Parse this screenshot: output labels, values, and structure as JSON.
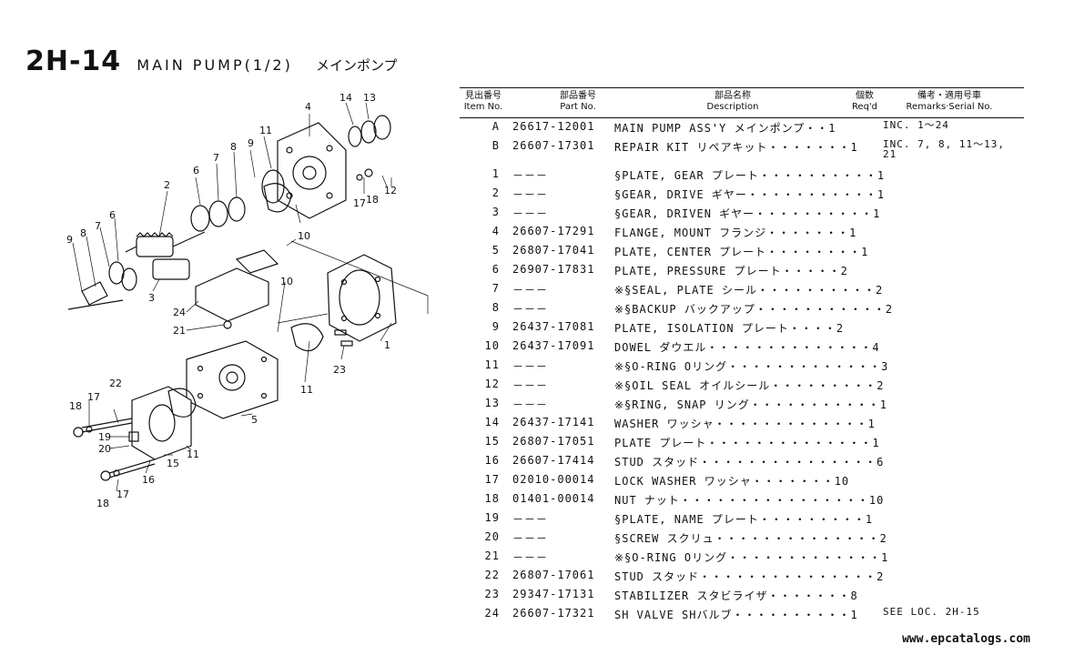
{
  "title": {
    "code": "2H-14",
    "name": "MAIN PUMP(1/2)",
    "name_jp": "メインポンプ"
  },
  "header": {
    "item_jp": "見出番号",
    "item_en": "Item No.",
    "part_jp": "部品番号",
    "part_en": "Part No.",
    "desc_jp": "部品名称",
    "desc_en": "Description",
    "qty_jp": "個数",
    "qty_en": "Req'd",
    "remarks_jp": "備考・適用号車",
    "remarks_en": "Remarks·Serial No."
  },
  "rows": [
    {
      "no": "A",
      "part": "26617-12001",
      "desc": "MAIN PUMP ASS'Y メインポンプ・・1",
      "remarks": "INC. 1～24"
    },
    {
      "no": "B",
      "part": "26607-17301",
      "desc": "REPAIR KIT リペアキット・・・・・・・1",
      "remarks": "INC. 7, 8, 11～13,",
      "remarks2": "21"
    },
    {
      "no": "1",
      "part": "－－－",
      "desc": "§PLATE, GEAR プレート・・・・・・・・・・1",
      "remarks": ""
    },
    {
      "no": "2",
      "part": "－－－",
      "desc": "§GEAR, DRIVE ギヤー・・・・・・・・・・・1",
      "remarks": ""
    },
    {
      "no": "3",
      "part": "－－－",
      "desc": "§GEAR, DRIVEN ギヤー・・・・・・・・・・1",
      "remarks": ""
    },
    {
      "no": "4",
      "part": "26607-17291",
      "desc": "FLANGE, MOUNT フランジ・・・・・・・1",
      "remarks": ""
    },
    {
      "no": "5",
      "part": "26807-17041",
      "desc": "PLATE, CENTER プレート・・・・・・・・1",
      "remarks": ""
    },
    {
      "no": "6",
      "part": "26907-17831",
      "desc": "PLATE, PRESSURE プレート・・・・・2",
      "remarks": ""
    },
    {
      "no": "7",
      "part": "－－－",
      "desc": "※§SEAL, PLATE シール・・・・・・・・・・2",
      "remarks": ""
    },
    {
      "no": "8",
      "part": "－－－",
      "desc": "※§BACKUP バックアップ・・・・・・・・・・・2",
      "remarks": ""
    },
    {
      "no": "9",
      "part": "26437-17081",
      "desc": "PLATE, ISOLATION プレート・・・・2",
      "remarks": ""
    },
    {
      "no": "10",
      "part": "26437-17091",
      "desc": "DOWEL ダウエル・・・・・・・・・・・・・・4",
      "remarks": ""
    },
    {
      "no": "11",
      "part": "－－－",
      "desc": "※§O-RING Oリング・・・・・・・・・・・・・3",
      "remarks": ""
    },
    {
      "no": "12",
      "part": "－－－",
      "desc": "※§OIL SEAL オイルシール・・・・・・・・・2",
      "remarks": ""
    },
    {
      "no": "13",
      "part": "－－－",
      "desc": "※§RING, SNAP リング・・・・・・・・・・・1",
      "remarks": ""
    },
    {
      "no": "14",
      "part": "26437-17141",
      "desc": "WASHER ワッシャ・・・・・・・・・・・・・1",
      "remarks": ""
    },
    {
      "no": "15",
      "part": "26807-17051",
      "desc": "PLATE プレート・・・・・・・・・・・・・・1",
      "remarks": ""
    },
    {
      "no": "16",
      "part": "26607-17414",
      "desc": "STUD スタッド・・・・・・・・・・・・・・・6",
      "remarks": ""
    },
    {
      "no": "17",
      "part": "02010-00014",
      "desc": "LOCK WASHER ワッシャ・・・・・・・10",
      "remarks": ""
    },
    {
      "no": "18",
      "part": "01401-00014",
      "desc": "NUT ナット・・・・・・・・・・・・・・・・10",
      "remarks": ""
    },
    {
      "no": "19",
      "part": "－－－",
      "desc": "§PLATE, NAME プレート・・・・・・・・・1",
      "remarks": ""
    },
    {
      "no": "20",
      "part": "－－－",
      "desc": "§SCREW スクリュ・・・・・・・・・・・・・・2",
      "remarks": ""
    },
    {
      "no": "21",
      "part": "－－－",
      "desc": "※§O-RING Oリング・・・・・・・・・・・・・1",
      "remarks": ""
    },
    {
      "no": "22",
      "part": "26807-17061",
      "desc": "STUD スタッド・・・・・・・・・・・・・・・2",
      "remarks": ""
    },
    {
      "no": "23",
      "part": "29347-17131",
      "desc": "STABILIZER スタビライザ・・・・・・・8",
      "remarks": ""
    },
    {
      "no": "24",
      "part": "26607-17321",
      "desc": "SH VALVE SHバルブ・・・・・・・・・・1",
      "remarks": "SEE LOC. 2H-15"
    }
  ],
  "diagram_labels": [
    "1",
    "2",
    "3",
    "4",
    "5",
    "6",
    "6",
    "7",
    "7",
    "8",
    "8",
    "9",
    "9",
    "10",
    "10",
    "11",
    "11",
    "11",
    "12",
    "13",
    "14",
    "15",
    "16",
    "17",
    "17",
    "17",
    "18",
    "18",
    "18",
    "19",
    "20",
    "21",
    "22",
    "23",
    "24"
  ],
  "watermark": "www.epcatalogs.com"
}
